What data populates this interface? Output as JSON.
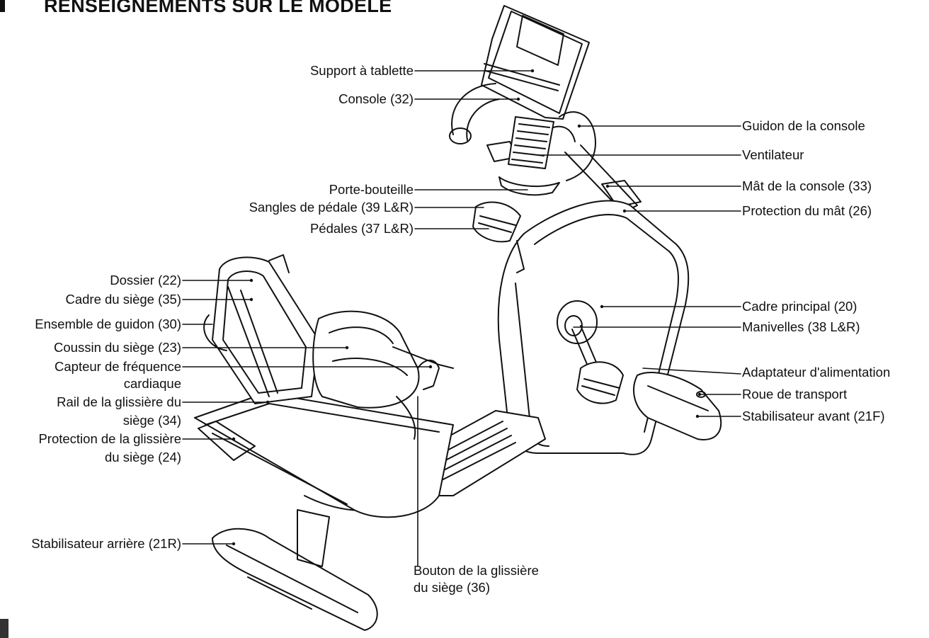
{
  "title": "RENSEIGNEMENTS SUR LE MODÈLE",
  "labels": {
    "support_tablette": "Support à tablette",
    "console": "Console (32)",
    "porte_bouteille": "Porte-bouteille",
    "sangles_pedale": "Sangles de pédale (39 L&R)",
    "pedales": "Pédales (37 L&R)",
    "dossier": "Dossier (22)",
    "cadre_siege": "Cadre du siège (35)",
    "ensemble_guidon": "Ensemble de guidon (30)",
    "coussin_siege": "Coussin du siège (23)",
    "capteur_frequence_1": "Capteur de fréquence",
    "capteur_frequence_2": "cardiaque",
    "rail_glissiere_1": "Rail de la glissière du",
    "rail_glissiere_2": "siège (34)",
    "protection_glissiere_1": "Protection de la glissière",
    "protection_glissiere_2": "du siège (24)",
    "stabilisateur_arriere": "Stabilisateur arrière (21R)",
    "bouton_glissiere_1": "Bouton de la glissière",
    "bouton_glissiere_2": "du siège (36)",
    "guidon_console": "Guidon de la console",
    "ventilateur": "Ventilateur",
    "mat_console": "Mât de la console (33)",
    "protection_mat": "Protection du mât (26)",
    "cadre_principal": "Cadre principal (20)",
    "manivelles": "Manivelles (38 L&R)",
    "adaptateur_alimentation": "Adaptateur d'alimentation",
    "roue_transport": "Roue de transport",
    "stabilisateur_avant": "Stabilisateur avant (21F)"
  },
  "colors": {
    "line": "#111111",
    "background": "#ffffff"
  }
}
